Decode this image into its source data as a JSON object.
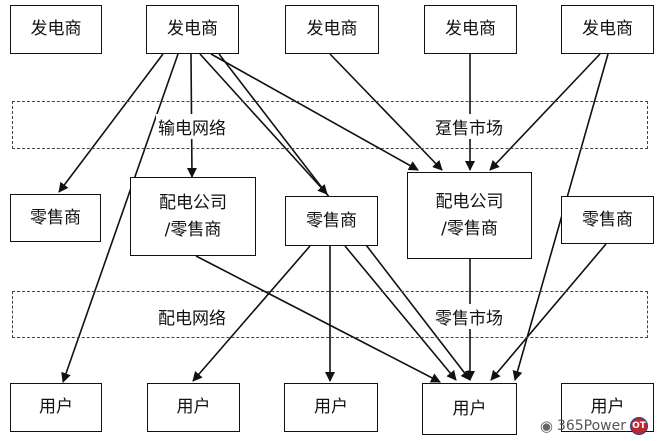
{
  "row1": {
    "gen1": "发电商",
    "gen2": "发电商",
    "gen3": "发电商",
    "gen4": "发电商",
    "gen5": "发电商"
  },
  "bands": {
    "transmission": "输电网络",
    "wholesale": "趸售市场",
    "distribution": "配电网络",
    "retail_market": "零售市场"
  },
  "row2": {
    "retailer1": "零售商",
    "disco1": "配电公司\n/零售商",
    "retailer2": "零售商",
    "disco2": "配电公司\n/零售商",
    "retailer3": "零售商"
  },
  "row3": {
    "user1": "用户",
    "user2": "用户",
    "user3": "用户",
    "user4": "用户",
    "user5": "用户"
  },
  "watermark": {
    "text": "365Power",
    "logo": "OT"
  }
}
